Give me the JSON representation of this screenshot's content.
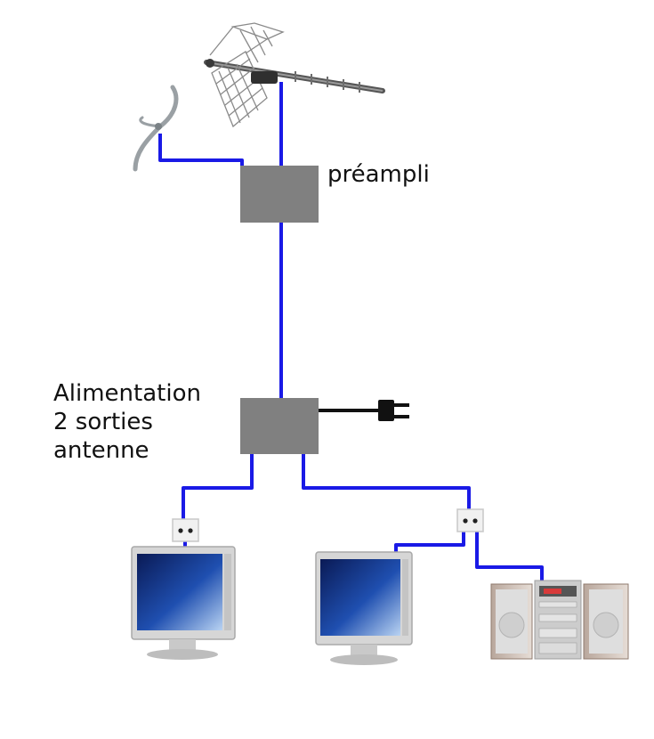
{
  "diagram": {
    "labels": {
      "preampli": "préampli",
      "alimentation_lines": [
        "Alimentation",
        "2 sorties",
        "antenne"
      ]
    },
    "colors": {
      "cable": "#1a1ae6",
      "box": "#808080",
      "power_cord": "#111111"
    },
    "nodes": [
      "uhf-antenna",
      "fm-antenna",
      "preamplifier-box",
      "power-supply-box",
      "power-plug",
      "wall-socket-left",
      "wall-socket-right",
      "tv-left",
      "tv-right",
      "hifi-system"
    ]
  }
}
